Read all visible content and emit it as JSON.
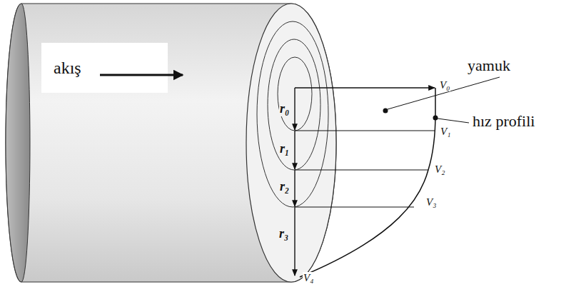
{
  "diagram": {
    "nodes": [
      {
        "text": [
          "akış"
        ]
      }
    ],
    "labels": [
      "yamuk",
      "hız profili",
      "r₀",
      "r₁",
      "r₂",
      "r₃",
      "V₀",
      "V₁",
      "V₂",
      "V₃",
      "V₄"
    ]
  }
}
